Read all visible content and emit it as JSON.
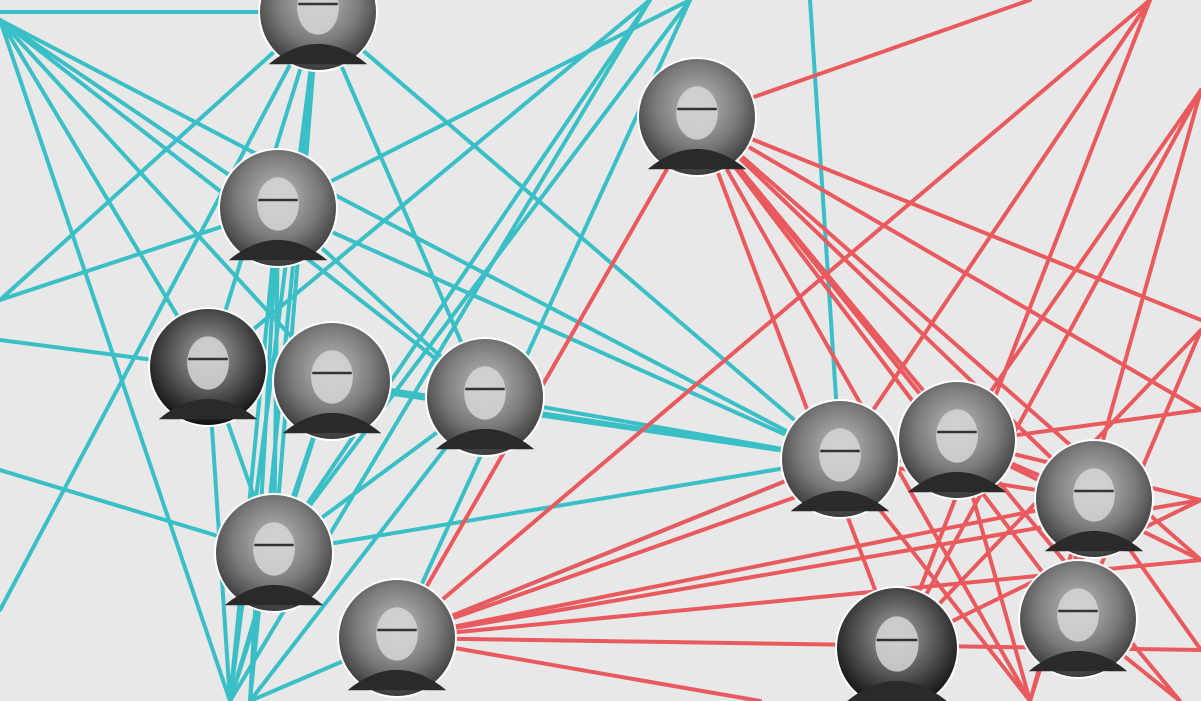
{
  "colors": {
    "background": "#e8e8e8",
    "group_a_edges": "#3bbfc6",
    "group_b_edges": "#e85a5e",
    "avatar_ring": "#ffffff"
  },
  "network": {
    "nodes": [
      {
        "id": "a1",
        "group": "a",
        "icon": "person-portrait-icon"
      },
      {
        "id": "a2",
        "group": "a",
        "icon": "person-portrait-icon"
      },
      {
        "id": "a3",
        "group": "a",
        "icon": "person-portrait-icon"
      },
      {
        "id": "a4",
        "group": "a",
        "icon": "person-portrait-icon"
      },
      {
        "id": "a5",
        "group": "a",
        "icon": "person-portrait-icon"
      },
      {
        "id": "a6",
        "group": "a",
        "icon": "person-portrait-icon"
      },
      {
        "id": "a7",
        "group": "a",
        "icon": "person-portrait-icon"
      },
      {
        "id": "b1",
        "group": "b",
        "icon": "person-portrait-icon"
      },
      {
        "id": "b2",
        "group": "b",
        "icon": "person-portrait-icon"
      },
      {
        "id": "b3",
        "group": "b",
        "icon": "person-portrait-icon"
      },
      {
        "id": "b4",
        "group": "b",
        "icon": "person-portrait-icon"
      },
      {
        "id": "b5",
        "group": "b",
        "icon": "person-portrait-icon"
      },
      {
        "id": "b6",
        "group": "b",
        "icon": "person-portrait-icon"
      }
    ]
  }
}
